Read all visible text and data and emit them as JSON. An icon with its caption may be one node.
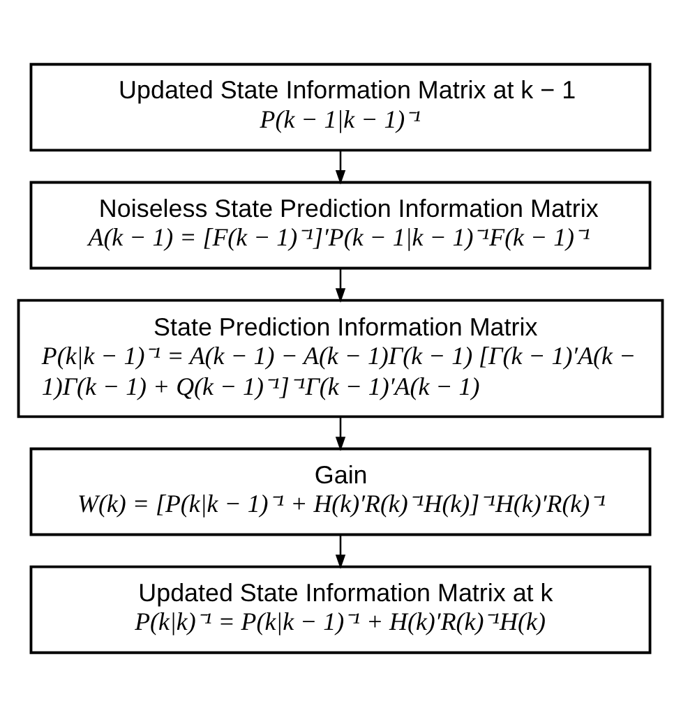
{
  "diagram": {
    "nodes": [
      {
        "text": [
          "Updated State Information Matrix at k − 1",
          "P(k − 1|k − 1)⁻¹"
        ]
      },
      {
        "text": [
          "Noiseless State Prediction Information Matrix",
          "A(k − 1) = [F(k − 1)⁻¹]′P(k − 1|k − 1)⁻¹F(k − 1)⁻¹"
        ]
      },
      {
        "text": [
          "State Prediction Information Matrix",
          "P(k|k − 1)⁻¹ = A(k − 1) − A(k − 1)Γ(k − 1) [Γ(k − 1)′A(k − 1)Γ(k − 1) + Q(k − 1)⁻¹]⁻¹Γ(k − 1)′A(k − 1)"
        ]
      },
      {
        "text": [
          "Gain",
          "W(k) = [P(k|k − 1)⁻¹ + H(k)′R(k)⁻¹H(k)]⁻¹H(k)′R(k)⁻¹"
        ]
      },
      {
        "text": [
          "Updated State Information Matrix at k",
          "P(k|k)⁻¹ = P(k|k − 1)⁻¹ + H(k)′R(k)⁻¹H(k)"
        ]
      }
    ],
    "edges": [
      {
        "from": 0,
        "to": 1,
        "arrow": "to"
      },
      {
        "from": 1,
        "to": 2,
        "arrow": "to"
      },
      {
        "from": 2,
        "to": 3,
        "arrow": "to"
      },
      {
        "from": 3,
        "to": 4,
        "arrow": "to"
      }
    ]
  }
}
